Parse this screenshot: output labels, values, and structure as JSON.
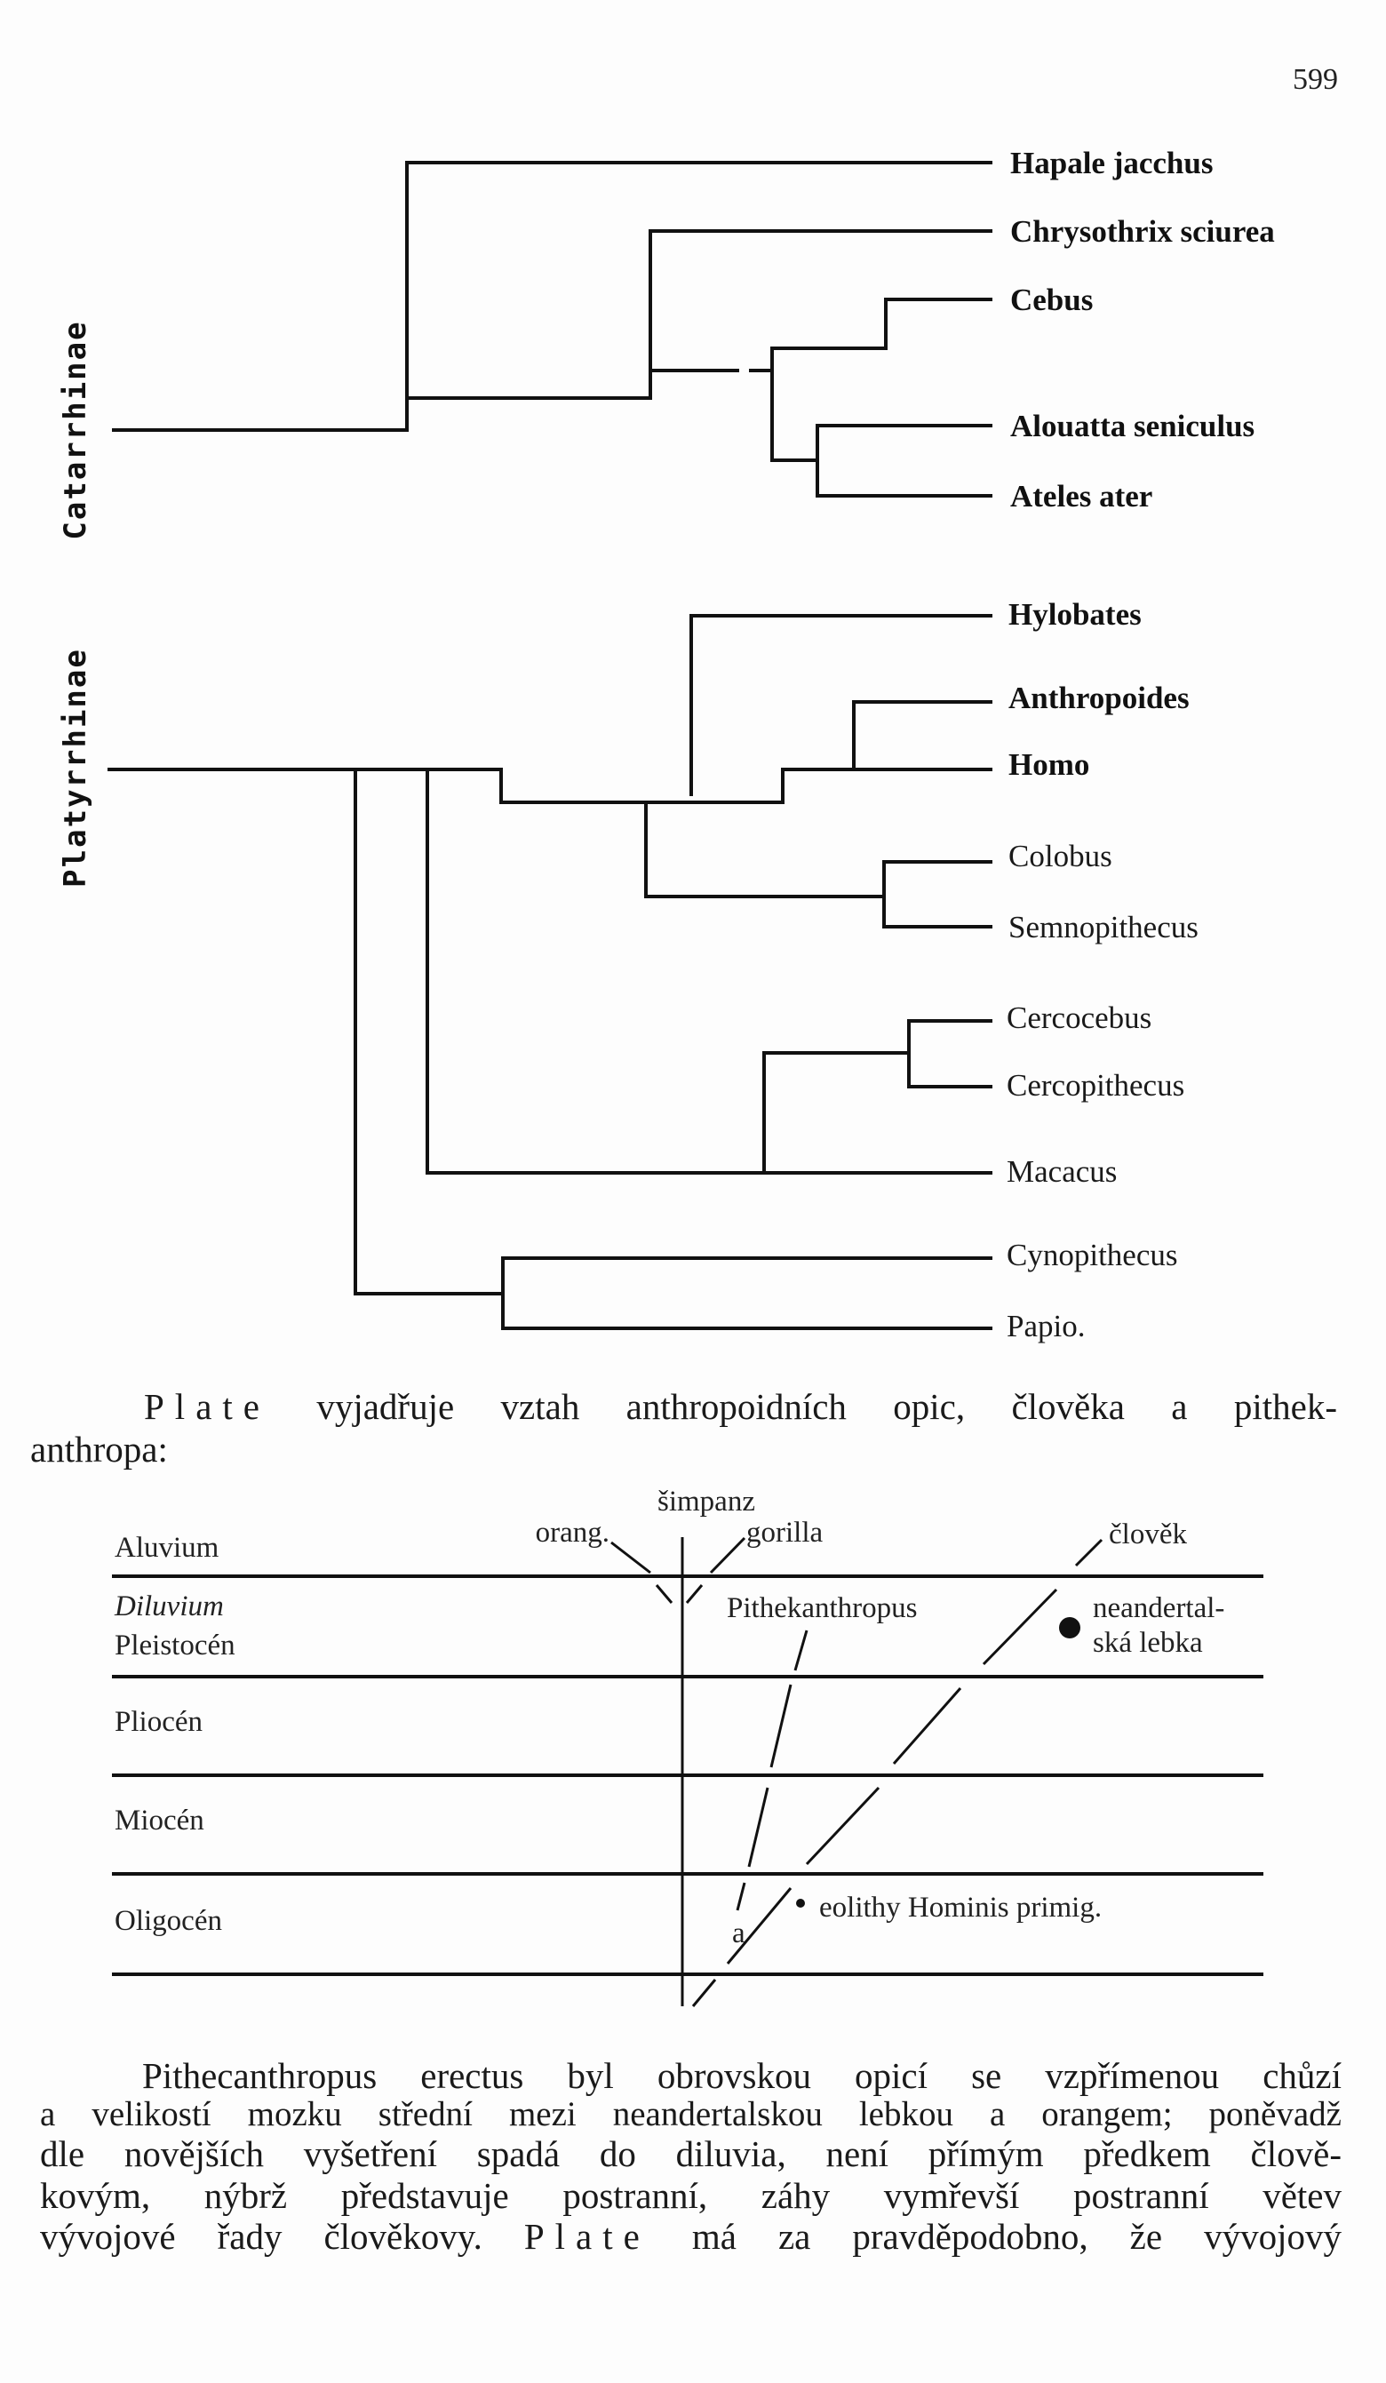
{
  "page_number": "599",
  "tree": {
    "group_catarrhinae": "Catarrhinae",
    "group_platyrrhinae": "Platyrrhinae",
    "upper_labels": [
      "Hapale jacchus",
      "Chrysothrix sciurea",
      "Cebus",
      "Alouatta seniculus",
      "Ateles ater"
    ],
    "lower_labels": [
      "Hylobates",
      "Anthropoides",
      "Homo",
      "Colobus",
      "Semnopithecus",
      "Cercocebus",
      "Cercopithecus",
      "Macacus",
      "Cynopithecus",
      "Papio."
    ]
  },
  "intro": {
    "author": "Plate",
    "line1_rest": "vyjadřuje vztah anthropoidních opic, člověka a pithek-",
    "line2": "anthropa:"
  },
  "strata": {
    "eras": [
      "Aluvium",
      "Diluvium",
      "Pleistocén",
      "Pliocén",
      "Miocén",
      "Oligocén"
    ],
    "taxa": {
      "simpanz": "šimpanz",
      "orang": "orang.",
      "gorilla": "gorilla",
      "clovek": "člověk",
      "pithekanthropus": "Pithekanthropus",
      "neandertal_1": "neandertal-",
      "neandertal_2": "ská lebka",
      "eolithy": "eolithy Hominis primig.",
      "a": "a"
    }
  },
  "paragraph": {
    "lines": [
      "Pithecanthropus erectus byl obrovskou opicí se vzpřímenou chůzí",
      "a velikostí mozku střední mezi neandertalskou lebkou a orangem; poněvadž",
      "dle novějších vyšetření spadá do diluvia, není přímým předkem člově-",
      "kovým, nýbrž představuje postranní, záhy vymřevší postranní větev"
    ],
    "last_line_start": "vývojové řady člověkovy.",
    "last_line_author": "Plate",
    "last_line_end": "má za pravděpodobno, že vývojový"
  }
}
